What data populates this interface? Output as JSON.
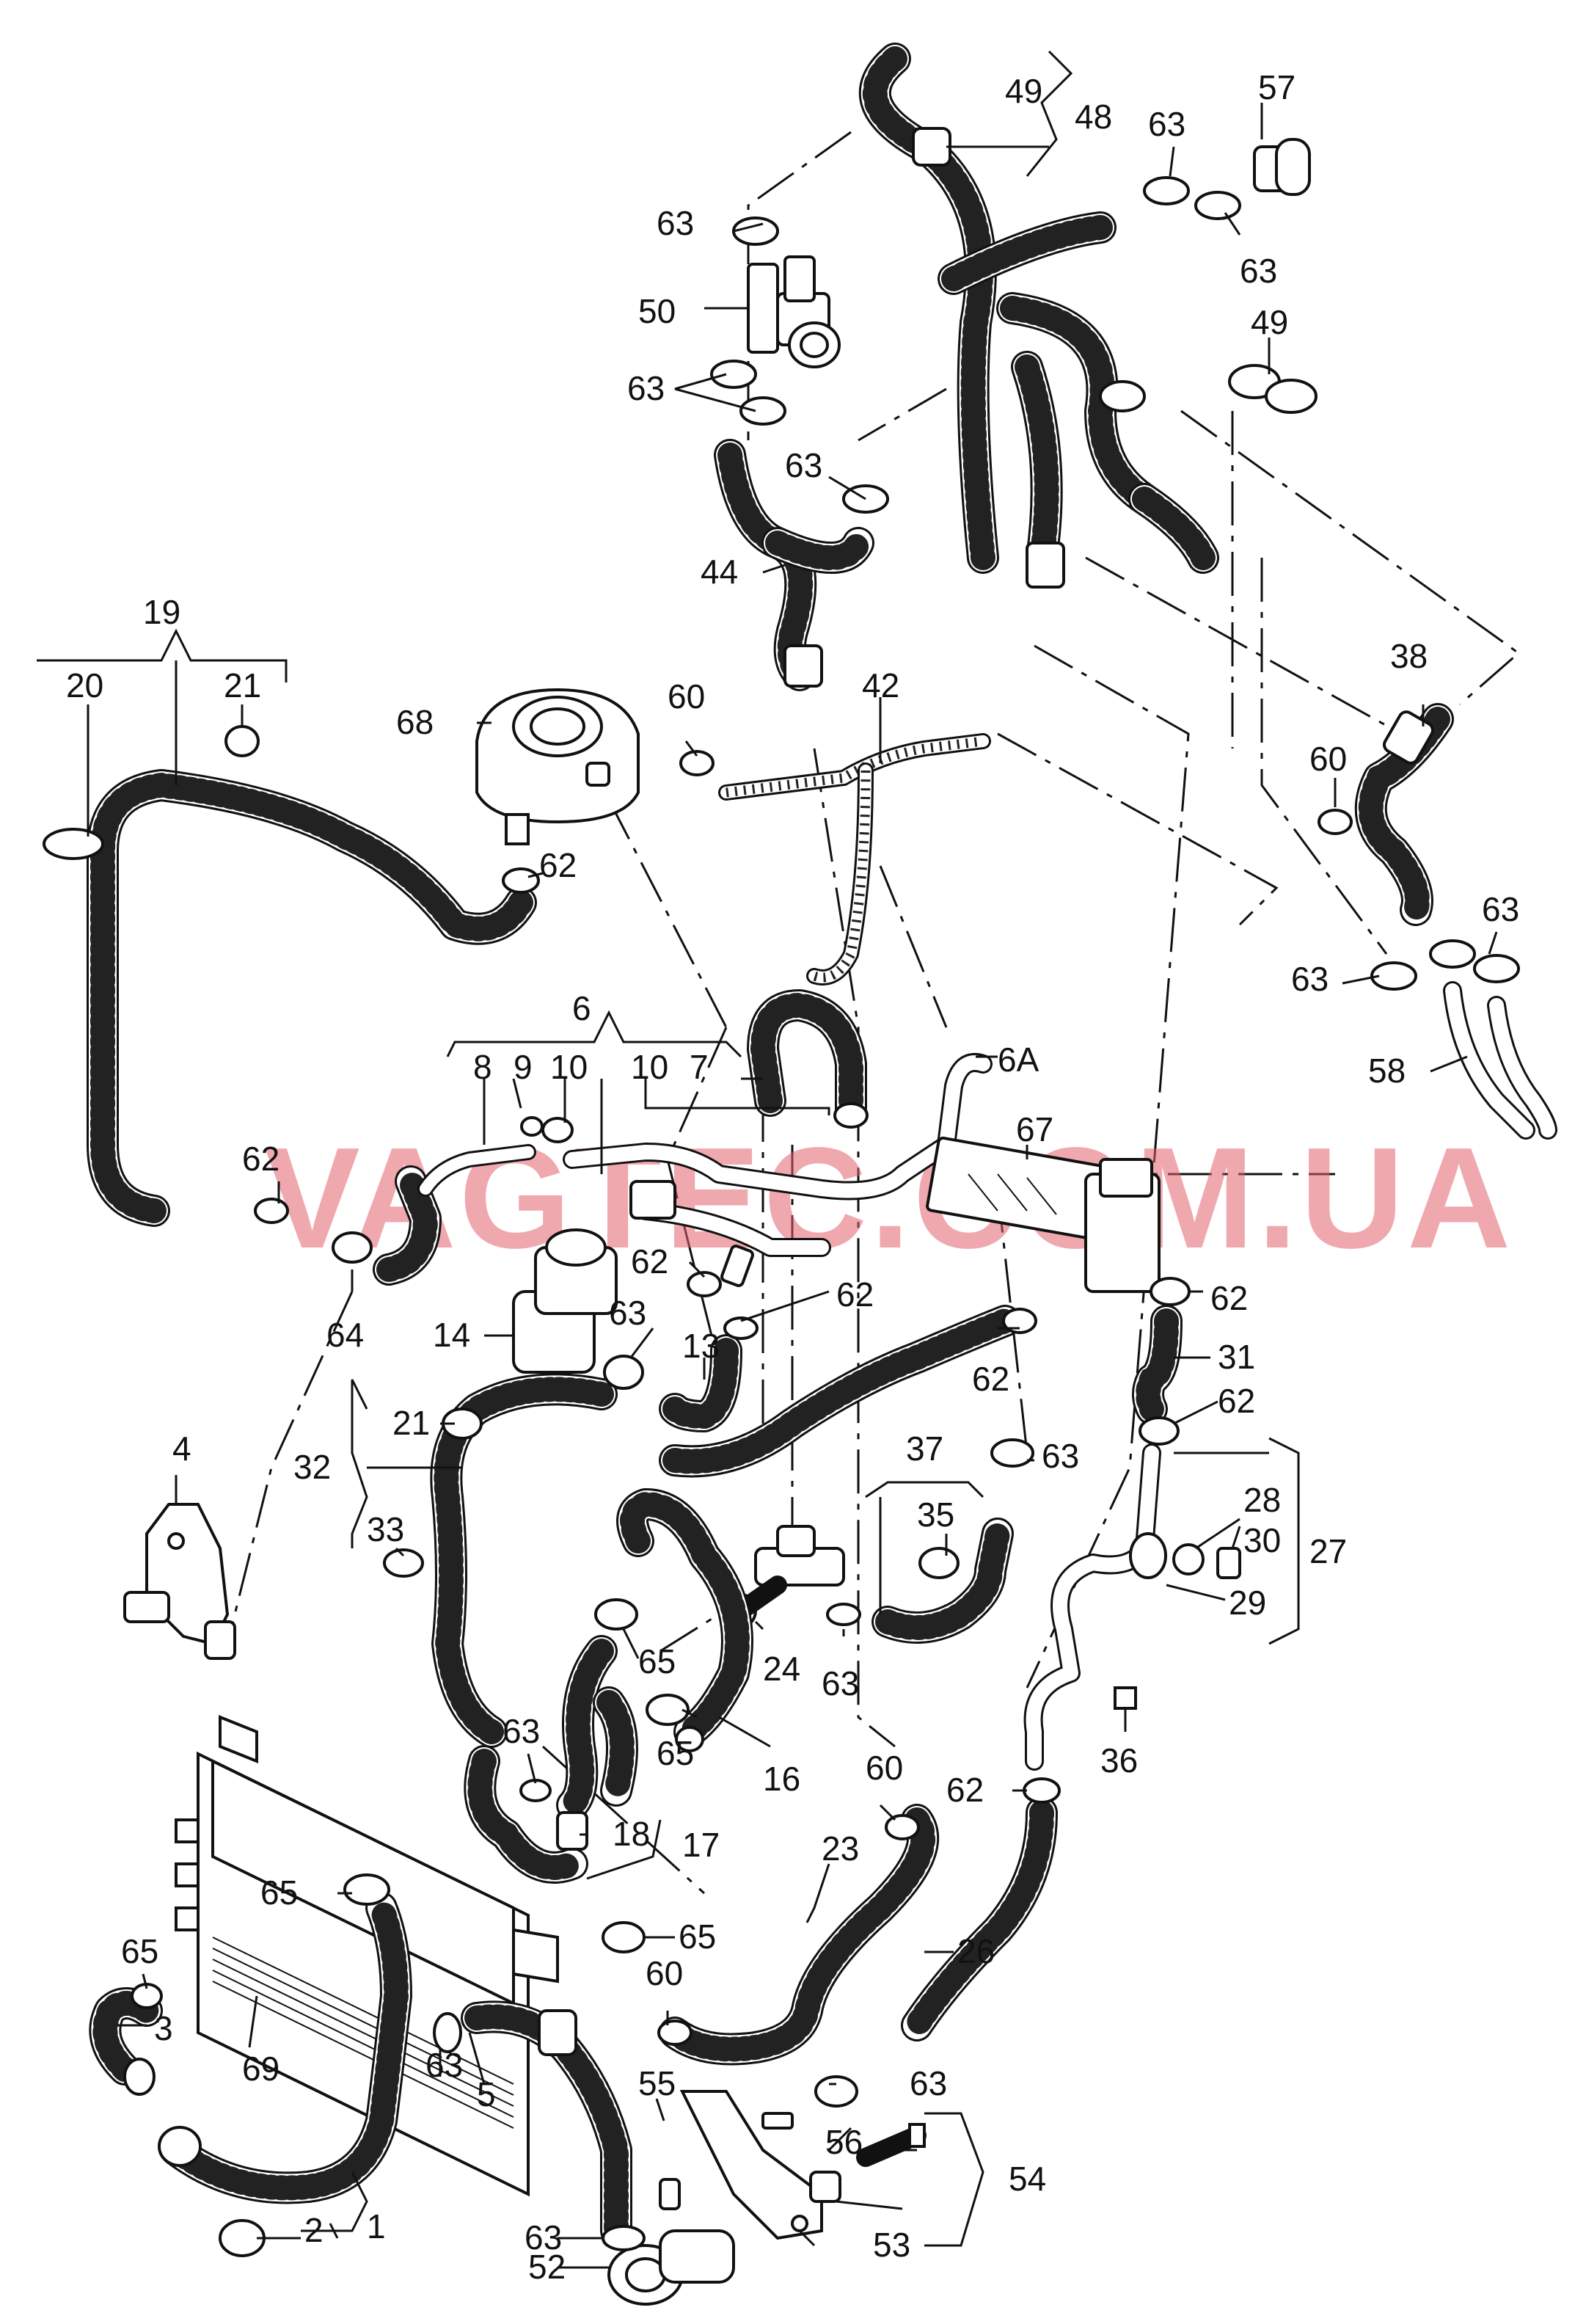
{
  "watermark": "VAGTEC.COM.UA",
  "callouts": [
    {
      "id": "c1",
      "text": "1"
    },
    {
      "id": "c2",
      "text": "2"
    },
    {
      "id": "c3",
      "text": "3"
    },
    {
      "id": "c4",
      "text": "4"
    },
    {
      "id": "c5",
      "text": "5"
    },
    {
      "id": "c6",
      "text": "6"
    },
    {
      "id": "c6a",
      "text": "6A"
    },
    {
      "id": "c7",
      "text": "7"
    },
    {
      "id": "c8",
      "text": "8"
    },
    {
      "id": "c9",
      "text": "9"
    },
    {
      "id": "c10a",
      "text": "10"
    },
    {
      "id": "c10b",
      "text": "10"
    },
    {
      "id": "c13",
      "text": "13"
    },
    {
      "id": "c14",
      "text": "14"
    },
    {
      "id": "c16",
      "text": "16"
    },
    {
      "id": "c17",
      "text": "17"
    },
    {
      "id": "c18",
      "text": "18"
    },
    {
      "id": "c19",
      "text": "19"
    },
    {
      "id": "c20",
      "text": "20"
    },
    {
      "id": "c21a",
      "text": "21"
    },
    {
      "id": "c21b",
      "text": "21"
    },
    {
      "id": "c23",
      "text": "23"
    },
    {
      "id": "c24",
      "text": "24"
    },
    {
      "id": "c26",
      "text": "26"
    },
    {
      "id": "c27",
      "text": "27"
    },
    {
      "id": "c28",
      "text": "28"
    },
    {
      "id": "c29",
      "text": "29"
    },
    {
      "id": "c30",
      "text": "30"
    },
    {
      "id": "c31",
      "text": "31"
    },
    {
      "id": "c32",
      "text": "32"
    },
    {
      "id": "c33",
      "text": "33"
    },
    {
      "id": "c35",
      "text": "35"
    },
    {
      "id": "c36",
      "text": "36"
    },
    {
      "id": "c37",
      "text": "37"
    },
    {
      "id": "c38",
      "text": "38"
    },
    {
      "id": "c42",
      "text": "42"
    },
    {
      "id": "c44",
      "text": "44"
    },
    {
      "id": "c48",
      "text": "48"
    },
    {
      "id": "c49a",
      "text": "49"
    },
    {
      "id": "c49b",
      "text": "49"
    },
    {
      "id": "c50",
      "text": "50"
    },
    {
      "id": "c52",
      "text": "52"
    },
    {
      "id": "c53",
      "text": "53"
    },
    {
      "id": "c54",
      "text": "54"
    },
    {
      "id": "c55",
      "text": "55"
    },
    {
      "id": "c56",
      "text": "56"
    },
    {
      "id": "c57",
      "text": "57"
    },
    {
      "id": "c58",
      "text": "58"
    },
    {
      "id": "c60a",
      "text": "60"
    },
    {
      "id": "c60b",
      "text": "60"
    },
    {
      "id": "c60c",
      "text": "60"
    },
    {
      "id": "c60d",
      "text": "60"
    },
    {
      "id": "c62a",
      "text": "62"
    },
    {
      "id": "c62b",
      "text": "62"
    },
    {
      "id": "c62c",
      "text": "62"
    },
    {
      "id": "c62d",
      "text": "62"
    },
    {
      "id": "c62e",
      "text": "62"
    },
    {
      "id": "c62f",
      "text": "62"
    },
    {
      "id": "c62g",
      "text": "62"
    },
    {
      "id": "c62h",
      "text": "62"
    },
    {
      "id": "c62i",
      "text": "62"
    },
    {
      "id": "c63a",
      "text": "63"
    },
    {
      "id": "c63b",
      "text": "63"
    },
    {
      "id": "c63c",
      "text": "63"
    },
    {
      "id": "c63d",
      "text": "63"
    },
    {
      "id": "c63e",
      "text": "63"
    },
    {
      "id": "c63f",
      "text": "63"
    },
    {
      "id": "c63g",
      "text": "63"
    },
    {
      "id": "c63h",
      "text": "63"
    },
    {
      "id": "c63i",
      "text": "63"
    },
    {
      "id": "c63j",
      "text": "63"
    },
    {
      "id": "c63k",
      "text": "63"
    },
    {
      "id": "c63l",
      "text": "63"
    },
    {
      "id": "c63m",
      "text": "63"
    },
    {
      "id": "c63n",
      "text": "63"
    },
    {
      "id": "c63o",
      "text": "63"
    },
    {
      "id": "c64",
      "text": "64"
    },
    {
      "id": "c65a",
      "text": "65"
    },
    {
      "id": "c65b",
      "text": "65"
    },
    {
      "id": "c65c",
      "text": "65"
    },
    {
      "id": "c65d",
      "text": "65"
    },
    {
      "id": "c65e",
      "text": "65"
    },
    {
      "id": "c67",
      "text": "67"
    },
    {
      "id": "c68",
      "text": "68"
    },
    {
      "id": "c69",
      "text": "69"
    }
  ]
}
